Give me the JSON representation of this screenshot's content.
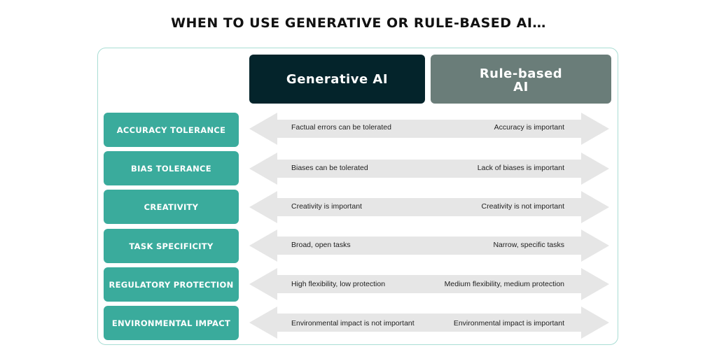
{
  "title": "WHEN TO USE GENERATIVE OR RULE-BASED AI…",
  "columns": {
    "generative": "Generative AI",
    "rule_based": "Rule-based\nAI"
  },
  "rows": [
    {
      "label": "ACCURACY TOLERANCE",
      "left": "Factual errors can be tolerated",
      "right": "Accuracy is important"
    },
    {
      "label": "BIAS TOLERANCE",
      "left": "Biases can be tolerated",
      "right": "Lack of biases is important"
    },
    {
      "label": "CREATIVITY",
      "left": "Creativity is important",
      "right": "Creativity is not important"
    },
    {
      "label": "TASK SPECIFICITY",
      "left": "Broad, open tasks",
      "right": "Narrow, specific tasks"
    },
    {
      "label": "REGULATORY PROTECTION",
      "left": "High flexibility, low protection",
      "right": "Medium flexibility, medium protection"
    },
    {
      "label": "ENVIRONMENTAL IMPACT",
      "left": "Environmental impact is not important",
      "right": "Environmental impact is important"
    }
  ],
  "colors": {
    "generative_header": "#04242b",
    "rule_header": "#6a7d79",
    "row_label": "#3aab9c",
    "arrow": "#e6e6e6",
    "frame_border": "#a9ddd4"
  }
}
